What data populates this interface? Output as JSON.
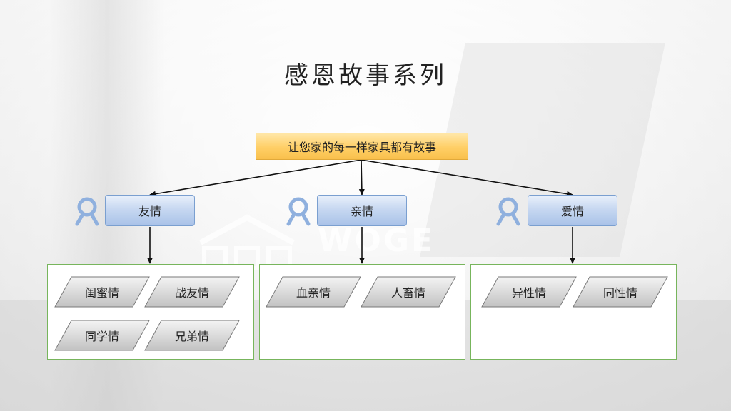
{
  "title": "感恩故事系列",
  "root": {
    "label": "让您家的每一样家具都有故事"
  },
  "watermark": "WOGE",
  "categories": [
    {
      "label": "友情",
      "items": [
        "闺蜜情",
        "战友情",
        "同学情",
        "兄弟情"
      ]
    },
    {
      "label": "亲情",
      "items": [
        "血亲情",
        "人畜情"
      ]
    },
    {
      "label": "爱情",
      "items": [
        "异性情",
        "同性情"
      ]
    }
  ],
  "colors": {
    "root_fill": "#ffcf66",
    "category_fill": "#c7d8f1",
    "group_border": "#77b55c",
    "item_fill": "#d9d9d9",
    "icon_color": "#8fb0de"
  }
}
